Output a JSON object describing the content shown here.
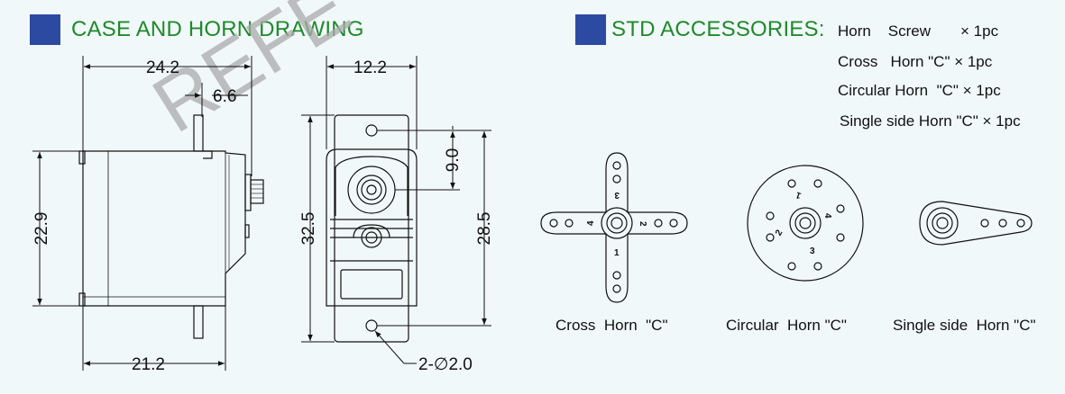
{
  "colors": {
    "square": "#2d4aa3",
    "title": "#1f8a2a",
    "background": "#f1f8fa",
    "line": "#111111"
  },
  "watermark": "REFE",
  "case_section": {
    "title": "CASE AND HORN DRAWING"
  },
  "accessories_section": {
    "title": "STD ACCESSORIES:",
    "items": [
      "Horn    Screw       × 1pc",
      "Cross   Horn \"C\" × 1pc",
      "Circular Horn  \"C\" × 1pc",
      "Single side Horn \"C\" × 1pc"
    ]
  },
  "dimensions": {
    "width_top": "24.2",
    "offset": "6.6",
    "front_width": "12.2",
    "height_side": "22.9",
    "height_front": "32.5",
    "height_mount": "28.5",
    "spline_offset": "9.0",
    "width_bottom": "21.2",
    "holes": "2-∅2.0"
  },
  "horn_numbers": {
    "cross": [
      "1",
      "2",
      "3",
      "4"
    ],
    "circular": [
      "1",
      "2",
      "3",
      "4"
    ]
  },
  "captions": {
    "cross": "Cross  Horn  \"C\"",
    "circular": "Circular  Horn \"C\"",
    "single": "Single side  Horn \"C\""
  }
}
